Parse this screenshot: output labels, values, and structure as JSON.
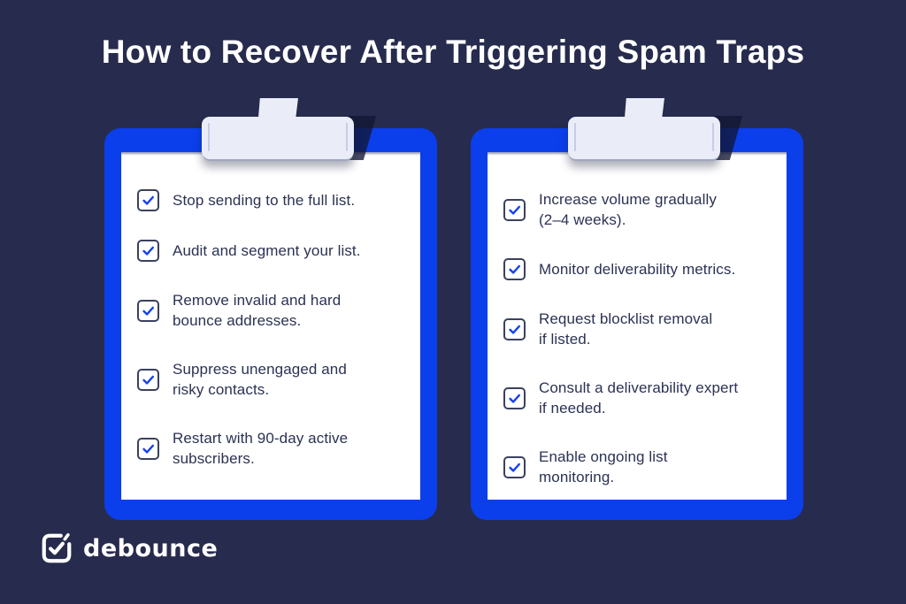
{
  "title": "How to Recover After Triggering Spam Traps",
  "colors": {
    "background": "#272B4D",
    "clipboard_blue": "#0B3FEC",
    "panel_white": "#FFFFFF",
    "clip_lavender": "#EAEDF8",
    "checkbox_border": "#3A4160",
    "check_blue": "#1642EF",
    "text_navy": "#2B3254",
    "title_white": "#FFFFFF"
  },
  "clipboards": [
    {
      "items": [
        {
          "text": "Stop sending to the full list.",
          "checked": true
        },
        {
          "text": "Audit and segment your list.",
          "checked": true
        },
        {
          "text": "Remove invalid and hard\nbounce addresses.",
          "checked": true
        },
        {
          "text": "Suppress unengaged and\nrisky contacts.",
          "checked": true
        },
        {
          "text": "Restart with 90-day active\nsubscribers.",
          "checked": true
        }
      ]
    },
    {
      "items": [
        {
          "text": "Increase volume gradually\n(2–4 weeks).",
          "checked": true
        },
        {
          "text": "Monitor deliverability metrics.",
          "checked": true
        },
        {
          "text": "Request blocklist removal\nif listed.",
          "checked": true
        },
        {
          "text": "Consult a deliverability expert\nif needed.",
          "checked": true
        },
        {
          "text": "Enable ongoing list\nmonitoring.",
          "checked": true
        }
      ]
    }
  ],
  "footer": {
    "brand": "debounce",
    "icon": "check-circle-icon"
  }
}
